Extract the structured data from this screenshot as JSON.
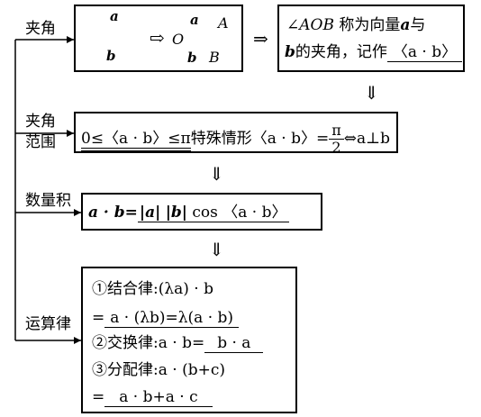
{
  "rows": {
    "angle": {
      "label": "夹角",
      "vec_a": "a",
      "vec_b": "b",
      "implies": "⇨",
      "point_o": "O",
      "point_a": "A",
      "point_b": "B",
      "arrow": "⇒",
      "def_angle": "∠AOB",
      "def_text1": " 称为向量",
      "def_a": "a",
      "def_text2": "与",
      "def_b": "b",
      "def_text3": "的夹角，记作",
      "notation": "〈a · b〉"
    },
    "range": {
      "label_line1": "夹角",
      "label_line2": "范围",
      "range_text": "0≤〈a · b〉≤π",
      "special_text": "特殊情形〈a · b〉=",
      "frac_num": "π",
      "frac_den": "2",
      "iff_text": "⇔a⊥b"
    },
    "dot": {
      "label": "数量积",
      "lhs": "a · b=",
      "rhs_abs_a": "|a|",
      "rhs_abs_b": "|b|",
      "rhs_cos": "cos",
      "rhs_angle": "〈a · b〉"
    },
    "laws": {
      "label": "运算律",
      "l1_text": "①结合律:(λa) · b",
      "l1_eq": "=",
      "l1_ans": "a · (λb)=λ(a · b)",
      "l2_text": "②交换律:a · b=",
      "l2_ans": "b · a",
      "l3_text": "③分配律:a · (b+c)",
      "l4_eq": "=",
      "l4_ans": "a · b+a · c"
    }
  },
  "down_arrow": "⇓"
}
